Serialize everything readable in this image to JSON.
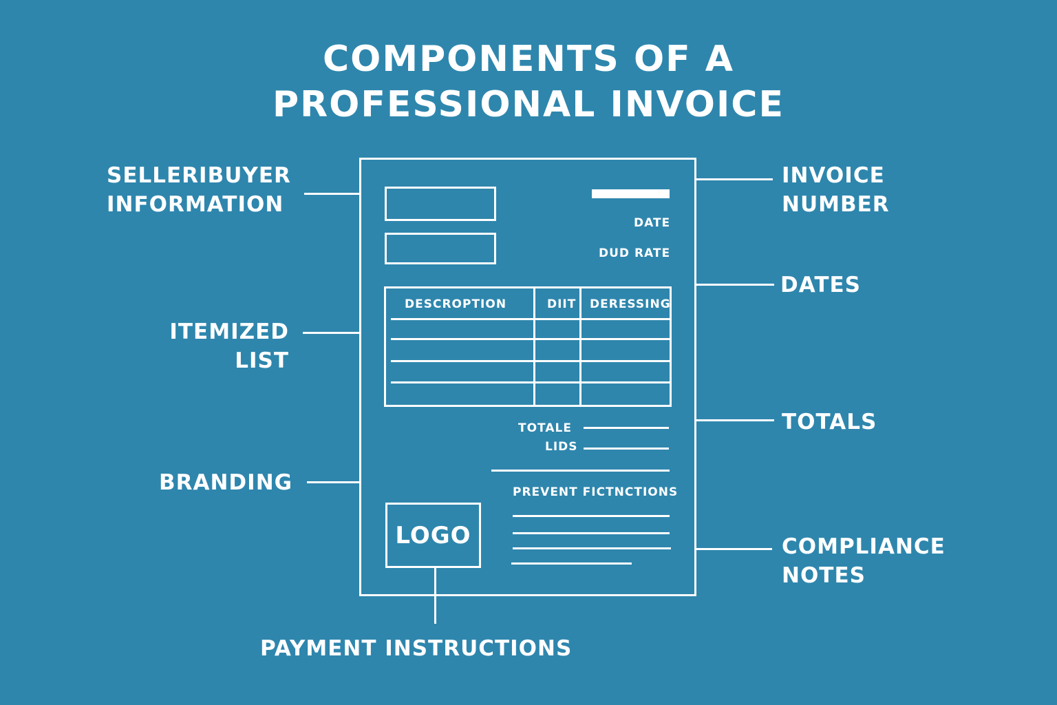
{
  "title": {
    "line1": "COMPONENTS OF A",
    "line2": "PROFESSIONAL INVOICE"
  },
  "callouts": {
    "seller_buyer": {
      "line1": "SELLERIBUYER",
      "line2": "INFORMATION"
    },
    "itemized": {
      "line1": "ITEMIZED",
      "line2": "LIST"
    },
    "branding": {
      "line1": "BRANDING"
    },
    "invoice_number": {
      "line1": "INVOICE",
      "line2": "NUMBER"
    },
    "dates": {
      "line1": "DATES"
    },
    "totals": {
      "line1": "TOTALS"
    },
    "compliance": {
      "line1": "COMPLIANCE",
      "line2": "NOTES"
    },
    "payment": {
      "line1": "PAYMENT INSTRUCTIONS"
    }
  },
  "invoice": {
    "date_label": "DATE",
    "due_date_label": "DUD RATE",
    "table_headers": [
      "DESCROPTION",
      "DIIT",
      "DERESSING"
    ],
    "totals_labels": [
      "TOTALE",
      "LIDS"
    ],
    "payment_heading": "PREVENT FICTNCTIONS",
    "logo": "LOGO"
  },
  "colors": {
    "background": "#2e86ad",
    "foreground": "#ffffff"
  }
}
